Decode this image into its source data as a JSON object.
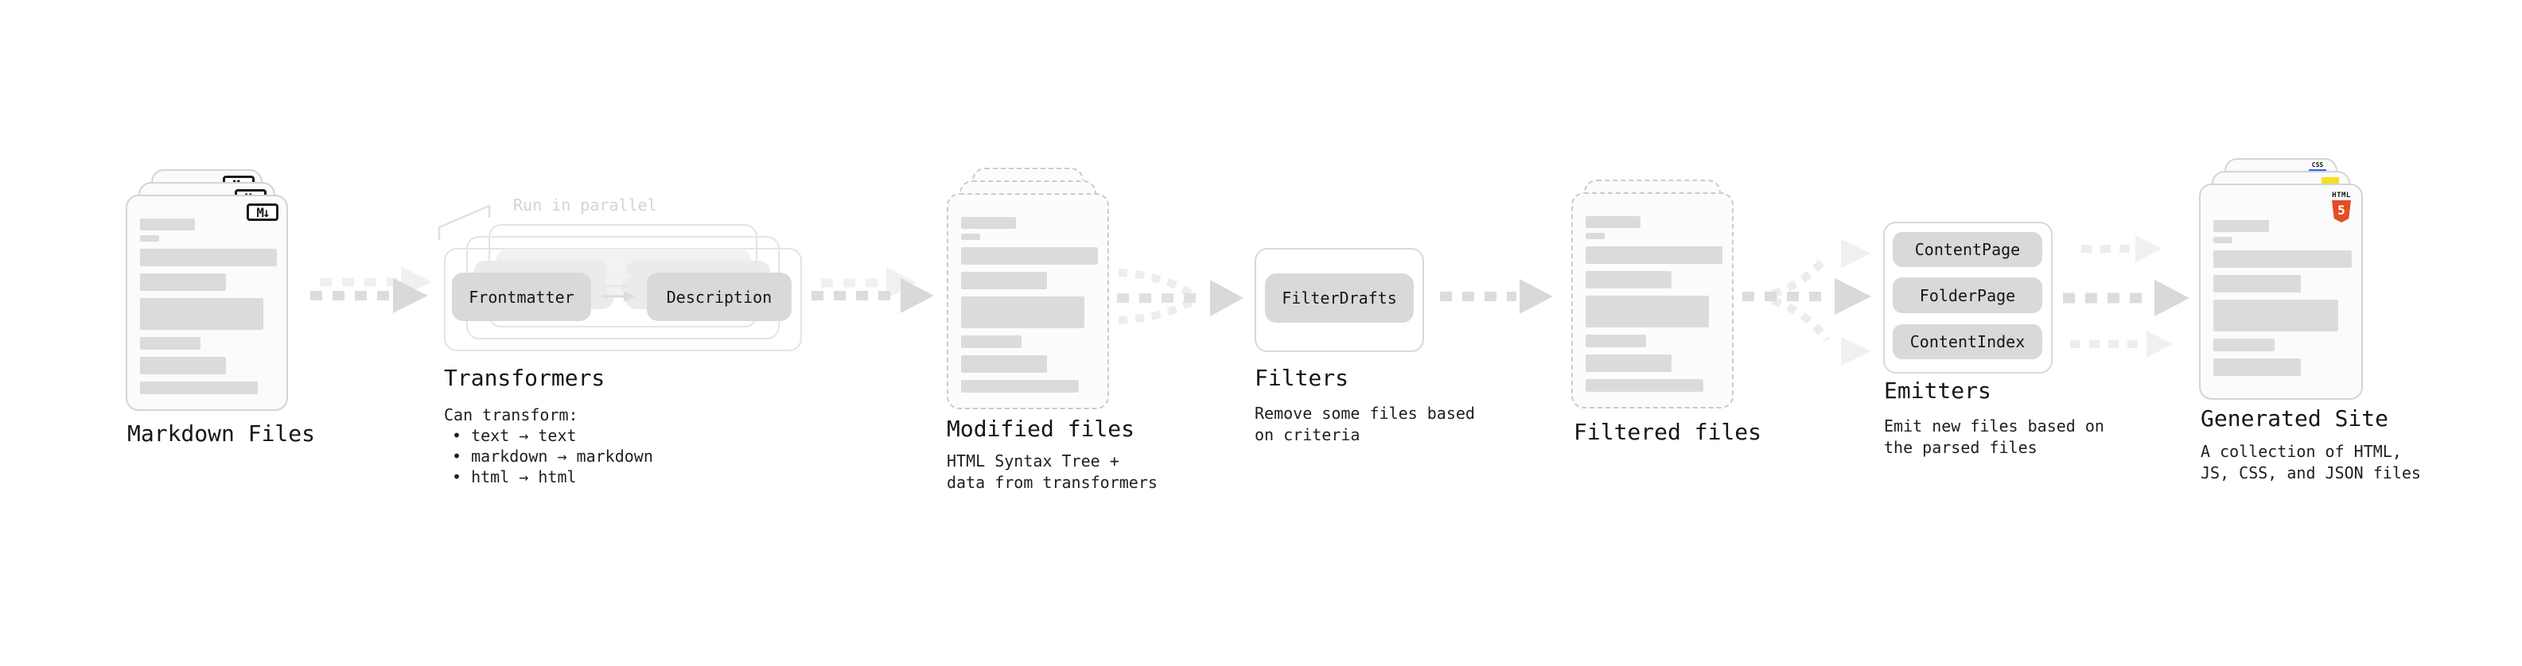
{
  "stages": {
    "markdown_files": {
      "label": "Markdown Files",
      "file_icon": "M↓"
    },
    "transformers": {
      "heading": "Transformers",
      "annotation": "Run in parallel",
      "source_pill": "Frontmatter",
      "target_pill": "Description",
      "description_title": "Can transform:",
      "bullets": [
        "• text → text",
        "• markdown → markdown",
        "• html → html"
      ]
    },
    "modified_files": {
      "label": "Modified files",
      "description": "HTML Syntax Tree +\ndata from transformers"
    },
    "filters": {
      "heading": "Filters",
      "pill": "FilterDrafts",
      "description": "Remove some files based\non criteria"
    },
    "filtered_files": {
      "label": "Filtered files"
    },
    "emitters": {
      "heading": "Emitters",
      "pills": [
        "ContentPage",
        "FolderPage",
        "ContentIndex"
      ],
      "description": "Emit new files based on\nthe parsed files"
    },
    "generated_site": {
      "label": "Generated Site",
      "description": "A collection of HTML,\nJS, CSS, and JSON files",
      "badges": {
        "html_word": "HTML",
        "html_number": "5",
        "css": "CSS"
      }
    }
  },
  "colors": {
    "background": "#ffffff",
    "card_bg": "#fbfbfb",
    "card_border": "#d4d4d4",
    "dashed_border": "#cbcbcb",
    "bar": "#dbdbdb",
    "pill": "#d9d9d9",
    "arrow_main": "#d9d9d9",
    "arrow_light": "#ececec",
    "annotation_text": "#d4d4d4",
    "text": "#161616",
    "html5_orange": "#e44d26",
    "js_yellow": "#f7df1e",
    "css_blue": "#2965f1"
  }
}
